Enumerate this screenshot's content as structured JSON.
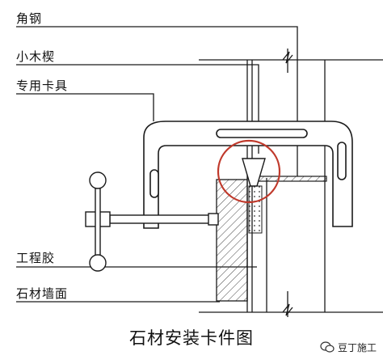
{
  "labels": {
    "angle_steel": "角钢",
    "small_wedge": "小木楔",
    "special_clamp": "专用卡具",
    "engineering_glue": "工程胶",
    "stone_wall_surface": "石材墙面"
  },
  "caption": "石材安装卡件图",
  "watermark": {
    "text": "豆丁施工",
    "icon": "wechat-icon"
  },
  "colors": {
    "line": "#1a1a1a",
    "highlight_circle": "#c0392b",
    "hatch": "#444444"
  }
}
